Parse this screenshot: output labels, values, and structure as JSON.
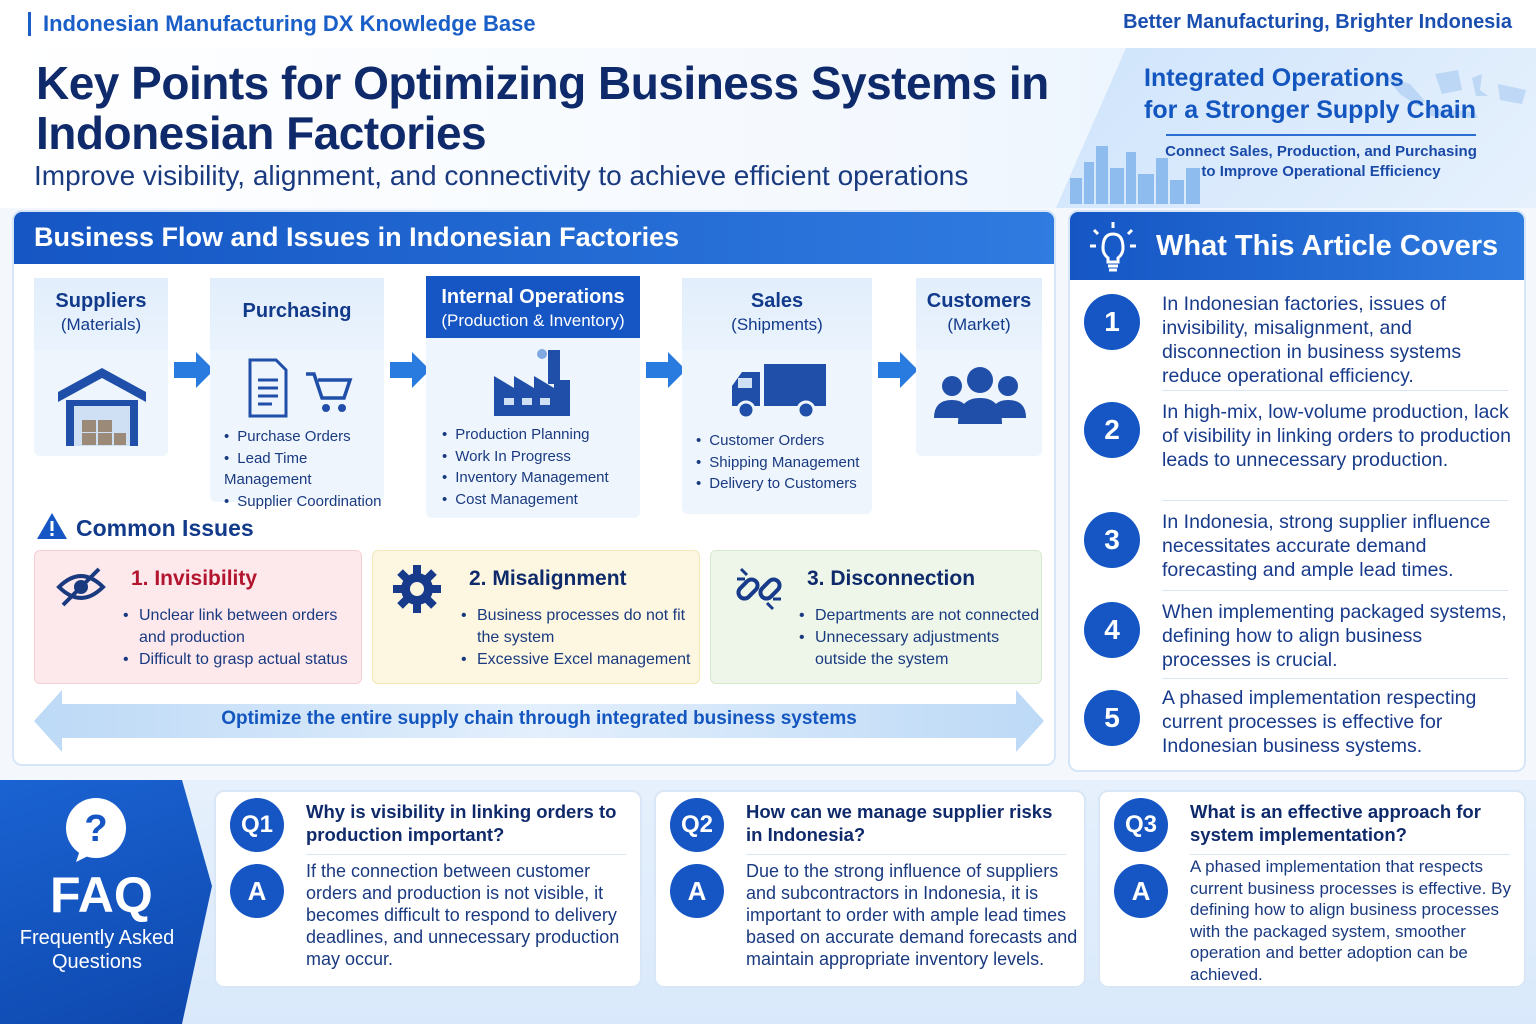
{
  "header": {
    "brand": "Indonesian Manufacturing DX Knowledge Base",
    "slogan": "Better Manufacturing, Brighter Indonesia"
  },
  "hero": {
    "title": "Key Points for Optimizing Business Systems in Indonesian Factories",
    "subtitle": "Improve visibility, alignment, and connectivity to achieve efficient operations",
    "promo_title_1": "Integrated Operations",
    "promo_title_2": "for a Stronger Supply Chain",
    "promo_sub_1": "Connect Sales, Production, and Purchasing",
    "promo_sub_2": "to Improve Operational Efficiency"
  },
  "flow": {
    "heading": "Business Flow and Issues in Indonesian Factories",
    "stages": [
      {
        "title": "Suppliers",
        "sub": "(Materials)",
        "icon": "warehouse-icon",
        "items": []
      },
      {
        "title": "Purchasing",
        "sub": "",
        "icon": "document-cart-icon",
        "items": [
          "Purchase Orders",
          "Lead Time Management",
          "Supplier Coordination"
        ]
      },
      {
        "title": "Internal Operations",
        "sub": "(Production & Inventory)",
        "icon": "factory-icon",
        "items": [
          "Production Planning",
          "Work In Progress",
          "Inventory Management",
          "Cost Management"
        ]
      },
      {
        "title": "Sales",
        "sub": "(Shipments)",
        "icon": "truck-icon",
        "items": [
          "Customer Orders",
          "Shipping Management",
          "Delivery to Customers"
        ]
      },
      {
        "title": "Customers",
        "sub": "(Market)",
        "icon": "people-icon",
        "items": []
      }
    ],
    "issues_title": "Common Issues",
    "issues": [
      {
        "title": "1. Invisibility",
        "icon": "eye-slash-icon",
        "items": [
          "Unclear link between orders",
          "and production",
          "Difficult to grasp actual status"
        ],
        "color": "#b3152f"
      },
      {
        "title": "2. Misalignment",
        "icon": "gear-icon",
        "items": [
          "Business processes do not fit",
          "the system",
          "Excessive Excel management"
        ],
        "color": "#0f2a6b"
      },
      {
        "title": "3. Disconnection",
        "icon": "broken-link-icon",
        "items": [
          "Departments are not connected",
          "Unnecessary adjustments",
          "outside the system"
        ],
        "color": "#0f2a6b"
      }
    ],
    "banner": "Optimize the entire supply chain through integrated business systems"
  },
  "covers": {
    "heading": "What This Article Covers",
    "items": [
      {
        "num": "1",
        "text": "In Indonesian factories, issues of invisibility, misalignment, and disconnection in business systems reduce operational efficiency."
      },
      {
        "num": "2",
        "text": "In high-mix, low-volume production, lack of visibility in linking orders to production leads to unnecessary production."
      },
      {
        "num": "3",
        "text": "In Indonesia, strong supplier influence necessitates accurate demand forecasting and ample lead times."
      },
      {
        "num": "4",
        "text": "When implementing packaged systems, defining how to align business processes is crucial."
      },
      {
        "num": "5",
        "text": "A phased implementation respecting current processes is effective for Indonesian business systems."
      }
    ]
  },
  "faq": {
    "title": "FAQ",
    "subtitle": "Frequently Asked Questions",
    "questions": [
      {
        "q": "Q1",
        "question": "Why is visibility in linking orders to production important?",
        "a": "A",
        "answer": "If the connection between customer orders and production is not visible, it becomes difficult to respond to delivery deadlines, and unnecessary production may occur."
      },
      {
        "q": "Q2",
        "question": "How can we manage supplier risks in Indonesia?",
        "a": "A",
        "answer": "Due to the strong influence of suppliers and subcontractors in Indonesia, it is important to order with ample lead times based on accurate demand forecasts and maintain appropriate inventory levels."
      },
      {
        "q": "Q3",
        "question": "What is an effective approach for system implementation?",
        "a": "A",
        "answer": "A phased implementation that respects current business processes is effective. By defining how to align business processes with the packaged system, smoother operation and better adoption can be achieved."
      }
    ]
  },
  "colors": {
    "primary": "#1556c4",
    "dark_navy": "#0f2a6b",
    "invisibility_bg": "#fde8ec",
    "misalignment_bg": "#fdf6e0",
    "disconnection_bg": "#edf6e8"
  }
}
